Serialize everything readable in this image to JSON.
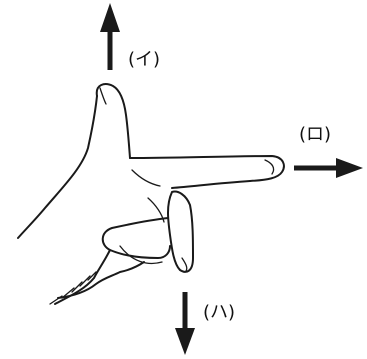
{
  "labels": {
    "up": "(イ)",
    "right": "(ロ)",
    "down": "(ハ)"
  },
  "colors": {
    "ink": "#1a1a1a",
    "background": "#ffffff"
  },
  "icons": {
    "up": "arrow-up",
    "right": "arrow-right",
    "down": "arrow-down",
    "hand": "left-hand-rule"
  }
}
